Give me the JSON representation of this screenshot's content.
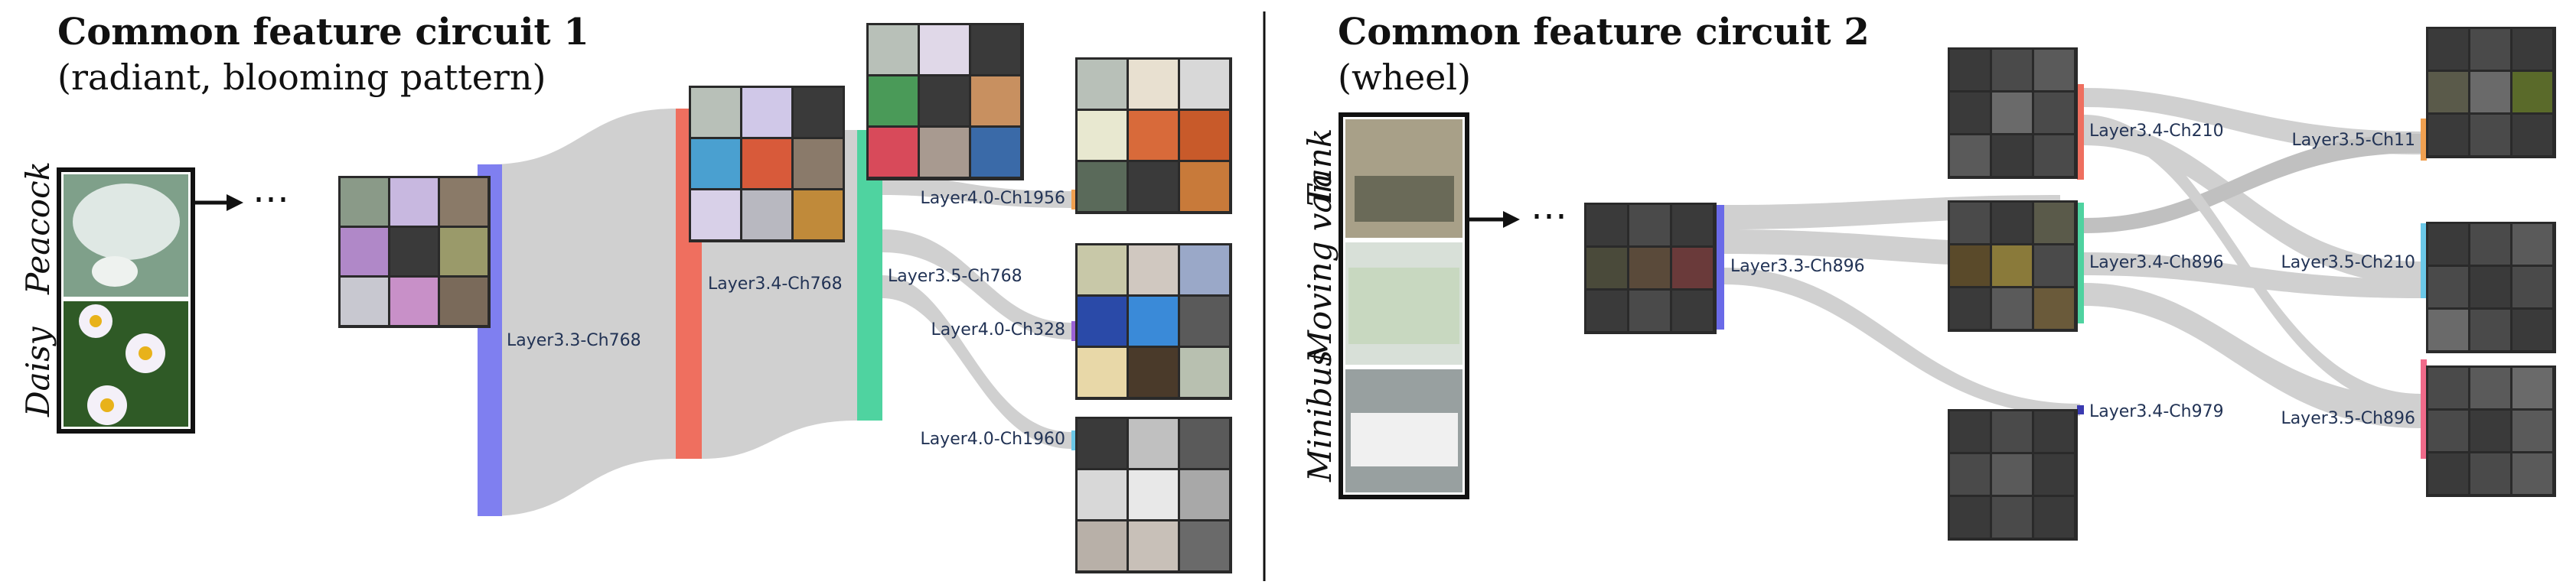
{
  "left": {
    "title": "Common feature circuit 1",
    "subtitle": "(radiant, blooming pattern)",
    "classes": [
      "Peacock",
      "Daisy"
    ],
    "ellipsis": "⋯",
    "nodes": [
      {
        "id": "L33_768",
        "label": "Layer3.3-Ch768",
        "color": "#7f7ff0"
      },
      {
        "id": "L34_768",
        "label": "Layer3.4-Ch768",
        "color": "#ef6f5f"
      },
      {
        "id": "L35_768",
        "label": "Layer3.5-Ch768",
        "color": "#4fd3a0"
      },
      {
        "id": "L40_1956",
        "label": "Layer4.0-Ch1956",
        "color": "#f0a050"
      },
      {
        "id": "L40_328",
        "label": "Layer4.0-Ch328",
        "color": "#9a62d6"
      },
      {
        "id": "L40_1960",
        "label": "Layer4.0-Ch1960",
        "color": "#6bc8e8"
      }
    ]
  },
  "right": {
    "title": "Common feature circuit 2",
    "subtitle": "(wheel)",
    "classes": [
      "Tank",
      "Moving van",
      "Minibus"
    ],
    "ellipsis": "⋯",
    "nodes": [
      {
        "id": "R33_896",
        "label": "Layer3.3-Ch896",
        "color": "#6a6ae8"
      },
      {
        "id": "R34_210",
        "label": "Layer3.4-Ch210",
        "color": "#ef6f5f"
      },
      {
        "id": "R34_896",
        "label": "Layer3.4-Ch896",
        "color": "#4fd3a0"
      },
      {
        "id": "R34_979",
        "label": "Layer3.4-Ch979",
        "color": "#3a3ab0"
      },
      {
        "id": "R35_11",
        "label": "Layer3.5-Ch11",
        "color": "#f0a050"
      },
      {
        "id": "R35_210",
        "label": "Layer3.5-Ch210",
        "color": "#6bc8e8"
      },
      {
        "id": "R35_896",
        "label": "Layer3.5-Ch896",
        "color": "#f06a8a"
      }
    ]
  }
}
